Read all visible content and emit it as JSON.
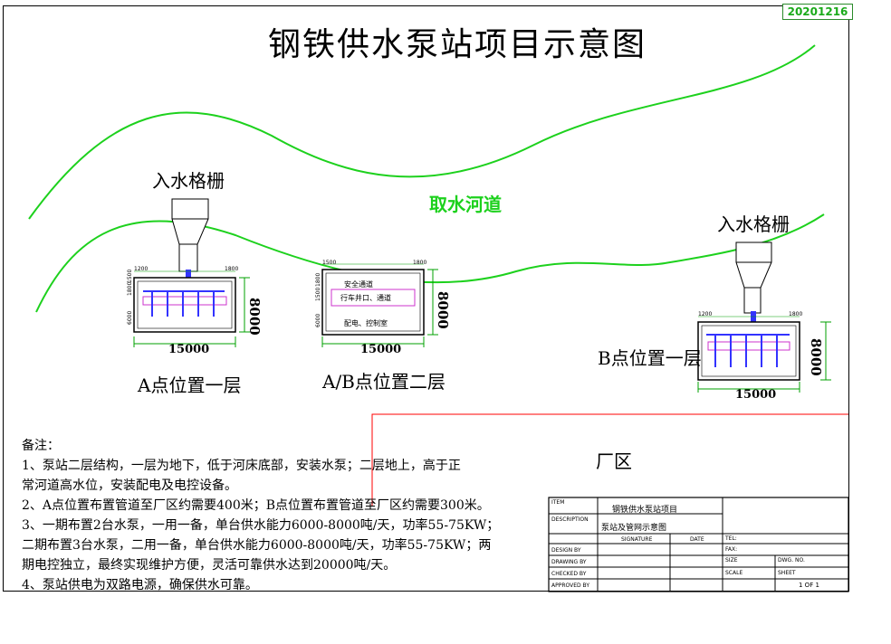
{
  "stamp": "20201216",
  "title": "钢铁供水泵站项目示意图",
  "river_label": "取水河道",
  "factory_label": "厂区",
  "intake_label": "入水格栅",
  "site_a": {
    "caption": "A点位置一层",
    "width": "15000",
    "height": "8000",
    "dim_left": "1200",
    "dim_right": "1800",
    "dim_v1": "1500",
    "dim_v2": "1800",
    "dim_v3": "6000"
  },
  "site_ab2": {
    "caption": "A/B点位置二层",
    "width": "15000",
    "height": "8000",
    "dim_left": "1500",
    "dim_right": "1800",
    "safety": "安全通道",
    "crane": "行车井口、通道",
    "room": "配电、控制室",
    "dim_v1": "1800",
    "dim_v2": "1500",
    "dim_v3": "6000"
  },
  "site_b": {
    "caption": "B点位置一层",
    "width": "15000",
    "height": "8000",
    "dim_left": "1200",
    "dim_right": "1800"
  },
  "notes": [
    "备注：",
    "1、泵站二层结构，一层为地下，低于河床底部，安装水泵；二层地上，高于正",
    "常河道高水位，安装配电及电控设备。",
    "2、A点位置布置管道至厂区约需要400米；B点位置布置管道至厂区约需要300米。",
    "3、一期布置2台水泵，一用一备，单台供水能力6000-8000吨/天，功率55-75KW；",
    "二期布置3台水泵，二用一备，单台供水能力6000-8000吨/天，功率55-75KW；两",
    "期电控独立，最终实现维护方便，灵活可靠供水达到20000吨/天。",
    "4、泵站供电为双路电源，确保供水可靠。"
  ],
  "titleblock": {
    "item_label": "ITEM",
    "item_value": "钢铁供水泵站项目",
    "desc_label": "DESCRIPTION",
    "desc_value": "泵站及管网示意图",
    "signature": "SIGNATURE",
    "date": "DATE",
    "design_by": "DESIGN BY",
    "drawing_by": "DRAWING BY",
    "checked_by": "CHECKED BY",
    "approved_by": "APPROVED BY",
    "tel": "TEL:",
    "fax": "FAX:",
    "size": "SIZE",
    "dwg_no": "DWG. NO.",
    "scale": "SCALE",
    "sheet": "SHEET",
    "sheet_value": "1  OF  1"
  },
  "colors": {
    "river": "#1dd11d",
    "pipe": "#3333ff",
    "pump": "#cc33cc",
    "boundary": "#ff0000",
    "dim": "#00a000"
  }
}
